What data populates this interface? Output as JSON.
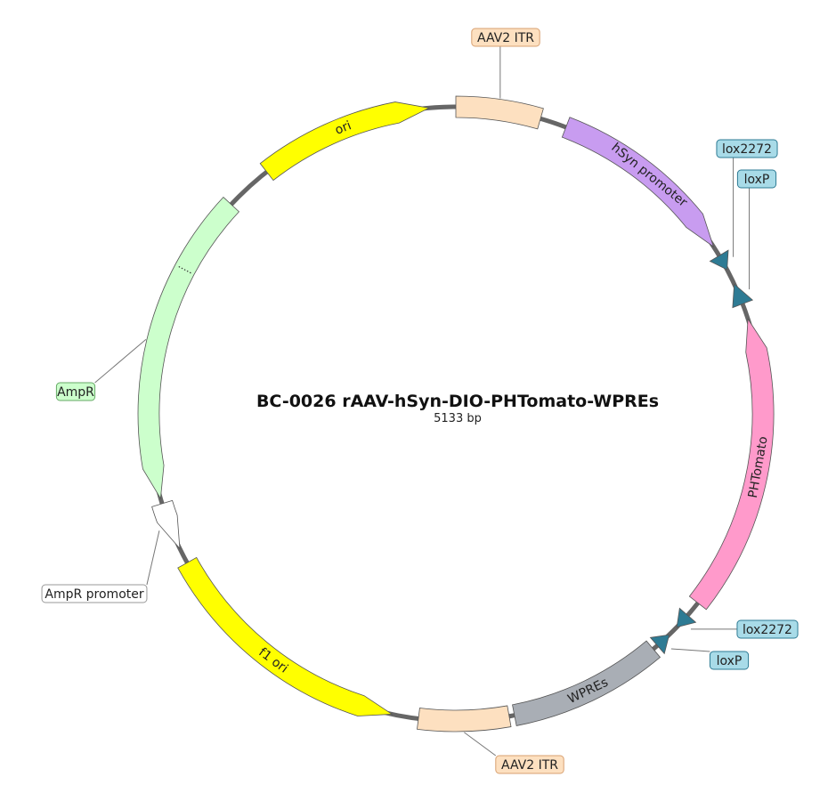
{
  "plasmid": {
    "title": "BC-0026   rAAV-hSyn-DIO-PHTomato-WPREs",
    "size_label": "5133 bp",
    "backbone_color": "#666666"
  },
  "features": [
    {
      "id": "aav2-itr-top",
      "name": "AAV2 ITR",
      "start": 0,
      "end": 16,
      "dir": 0,
      "fill": "#fde0c0",
      "label": "callout",
      "callout_side": "top"
    },
    {
      "id": "hsyn-promoter",
      "name": "hSyn promoter",
      "start": 21,
      "end": 57,
      "dir": 1,
      "fill": "#c89cf0",
      "label": "inside",
      "text_color": "#222222"
    },
    {
      "id": "lox2272-top",
      "name": "lox2272",
      "start": 59,
      "end": 62,
      "dir": 1,
      "fill": "#2e7b94",
      "label": "callout",
      "callout_side": "right"
    },
    {
      "id": "loxp-top",
      "name": "loxP",
      "start": 65,
      "end": 69,
      "dir": -1,
      "fill": "#2e7b94",
      "label": "callout",
      "callout_side": "right"
    },
    {
      "id": "phtomato",
      "name": "PHTomato",
      "start": 72,
      "end": 128,
      "dir": -1,
      "fill": "#ff9acb",
      "label": "inside",
      "text_color": "#222222"
    },
    {
      "id": "lox2272-bottom",
      "name": "lox2272",
      "start": 131,
      "end": 134,
      "dir": 1,
      "fill": "#2e7b94",
      "label": "callout",
      "callout_side": "right"
    },
    {
      "id": "loxp-bottom",
      "name": "loxP",
      "start": 136,
      "end": 139,
      "dir": -1,
      "fill": "#2e7b94",
      "label": "callout",
      "callout_side": "right"
    },
    {
      "id": "wpres",
      "name": "WPREs",
      "start": 140,
      "end": 169,
      "dir": 0,
      "fill": "#a9aeb5",
      "label": "inside",
      "text_color": "#222222"
    },
    {
      "id": "aav2-itr-bottom",
      "name": "AAV2 ITR",
      "start": 170,
      "end": 187,
      "dir": 0,
      "fill": "#fde0c0",
      "label": "callout",
      "callout_side": "bottom"
    },
    {
      "id": "f1-ori",
      "name": "f1 ori",
      "start": 192,
      "end": 241,
      "dir": -1,
      "fill": "#ffff00",
      "label": "inside",
      "text_color": "#222222"
    },
    {
      "id": "ampr-promoter",
      "name": "AmpR promoter",
      "start": 244,
      "end": 253,
      "dir": -1,
      "fill": "#ffffff",
      "label": "callout",
      "callout_side": "left"
    },
    {
      "id": "ampr",
      "name": "AmpR",
      "start": 254,
      "end": 313,
      "dir": -1,
      "fill": "#ccffcc",
      "label": "callout",
      "callout_side": "left"
    },
    {
      "id": "ori",
      "name": "ori",
      "start": 322,
      "end": 355,
      "dir": 1,
      "fill": "#ffff00",
      "label": "inside",
      "text_color": "#222222"
    }
  ],
  "callouts": [
    {
      "feature": "aav2-itr-top",
      "text": "AAV2 ITR",
      "fill": "#fde0c0",
      "stroke": "#d8a070"
    },
    {
      "feature": "lox2272-top",
      "text": "lox2272",
      "fill": "#a8dbe8",
      "stroke": "#2e7b94"
    },
    {
      "feature": "loxp-top",
      "text": "loxP",
      "fill": "#a8dbe8",
      "stroke": "#2e7b94"
    },
    {
      "feature": "lox2272-bottom",
      "text": "lox2272",
      "fill": "#a8dbe8",
      "stroke": "#2e7b94"
    },
    {
      "feature": "loxp-bottom",
      "text": "loxP",
      "fill": "#a8dbe8",
      "stroke": "#2e7b94"
    },
    {
      "feature": "aav2-itr-bottom",
      "text": "AAV2 ITR",
      "fill": "#fde0c0",
      "stroke": "#d8a070"
    },
    {
      "feature": "ampr-promoter",
      "text": "AmpR promoter",
      "fill": "#ffffff",
      "stroke": "#999999"
    },
    {
      "feature": "ampr",
      "text": "AmpR",
      "fill": "#ccffcc",
      "stroke": "#66aa66"
    }
  ]
}
